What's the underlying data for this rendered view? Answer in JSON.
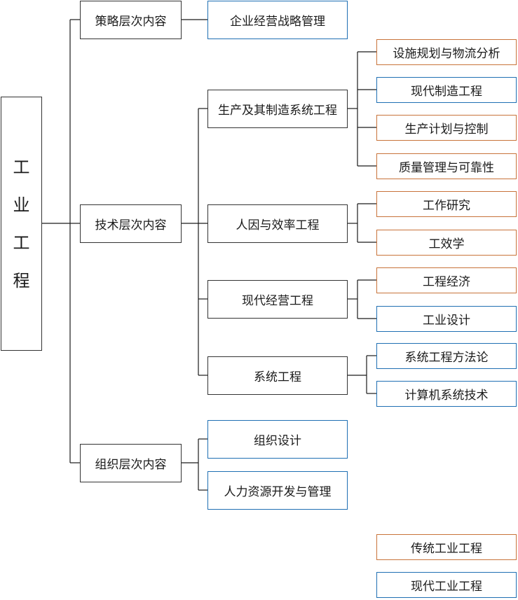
{
  "root": {
    "chars": [
      "工",
      "业",
      "工",
      "程"
    ]
  },
  "levels": {
    "strategy": "策略层次内容",
    "technical": "技术层次内容",
    "organization": "组织层次内容"
  },
  "strategy_children": [
    "企业经营战略管理"
  ],
  "technical_children": [
    "生产及其制造系统工程",
    "人因与效率工程",
    "现代经营工程",
    "系统工程"
  ],
  "production_children": [
    "设施规划与物流分析",
    "现代制造工程",
    "生产计划与控制",
    "质量管理与可靠性"
  ],
  "human_factors_children": [
    "工作研究",
    "工效学"
  ],
  "management_children": [
    "工程经济",
    "工业设计"
  ],
  "systems_children": [
    "系统工程方法论",
    "计算机系统技术"
  ],
  "organization_children": [
    "组织设计",
    "人力资源开发与管理"
  ],
  "legend": {
    "traditional": "传统工业工程",
    "modern": "现代工业工程"
  },
  "colors": {
    "traditional": "#c8733a",
    "modern": "#1f6fb3",
    "neutral": "#333333"
  }
}
